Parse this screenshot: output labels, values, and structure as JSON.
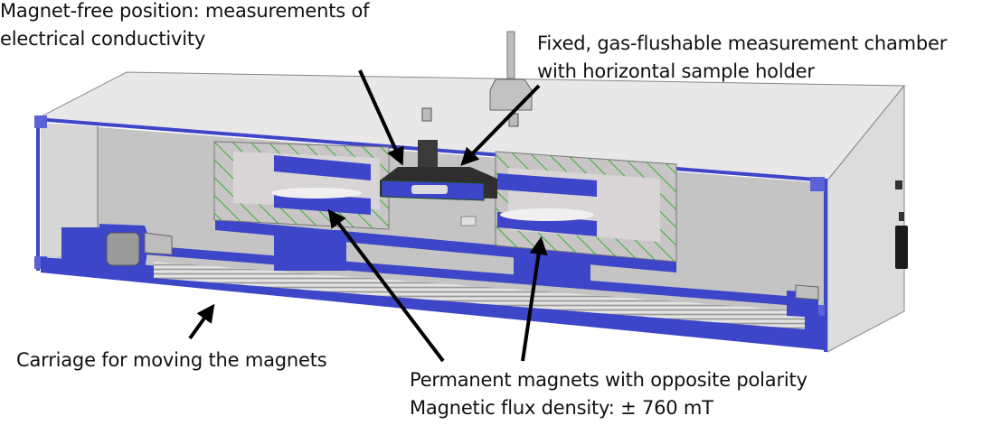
{
  "annotations": {
    "magnet_free": {
      "line1": "Magnet-free position: measurements of",
      "line2": "electrical conductivity"
    },
    "chamber": {
      "line1": "Fixed, gas-flushable measurement chamber",
      "line2": "with horizontal sample holder"
    },
    "carriage": {
      "line1": "Carriage for moving the magnets"
    },
    "magnets": {
      "line1": "Permanent magnets with opposite polarity",
      "line2": "Magnetic flux density: ± 760 mT"
    }
  },
  "colors": {
    "section_blue": "#3d45c8",
    "hatch_green": "#2fb52f",
    "housing_light": "#e6e6e6",
    "housing_mid": "#cfcfcf",
    "interior": "#c4c4c4",
    "arrow": "#000000"
  }
}
